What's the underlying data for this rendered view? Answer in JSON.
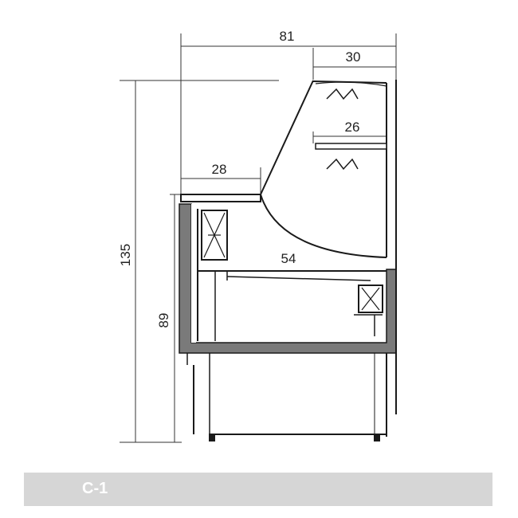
{
  "dimensions": {
    "overall_width": "81",
    "top_shelf_depth": "30",
    "lower_shelf_depth": "26",
    "worktop_depth": "28",
    "base_depth": "54",
    "overall_height": "135",
    "counter_height": "89"
  },
  "caption": {
    "model": "C-1"
  },
  "colors": {
    "line": "#1a1a1a",
    "dimension_line": "#333333",
    "wall_fill": "#7a7a7a",
    "caption_bar": "#d6d6d6",
    "caption_text": "#ffffff"
  }
}
